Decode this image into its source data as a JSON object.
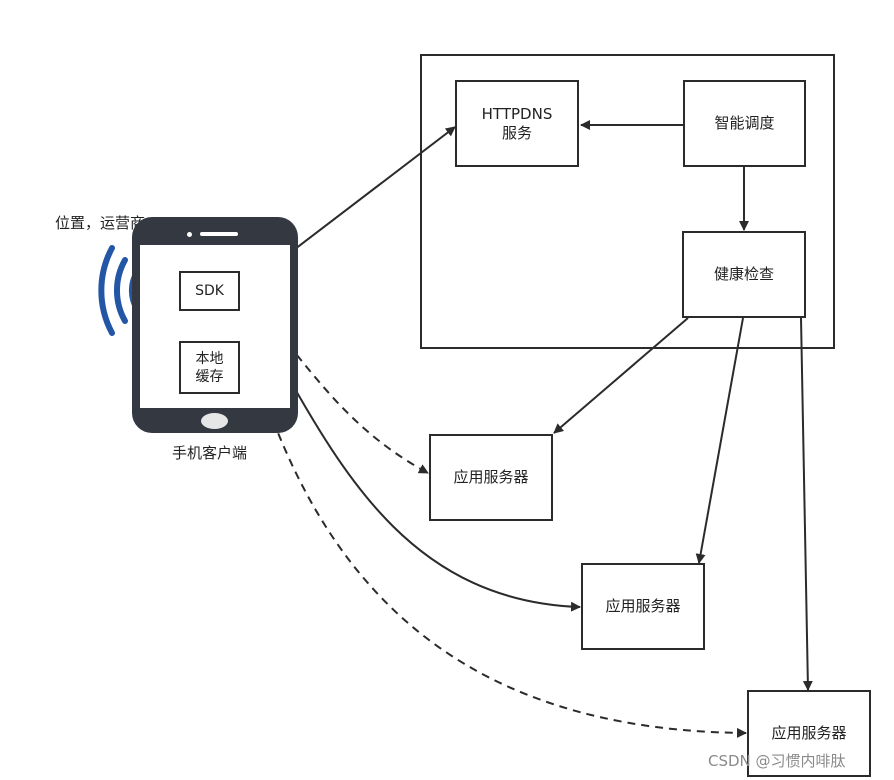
{
  "signal_label": "位置，运营商",
  "phone_label": "手机客户端",
  "sdk_label": "SDK",
  "cache_label": "本地\n缓存",
  "httpdns_label": "HTTPDNS\n服务",
  "scheduler_label": "智能调度",
  "health_label": "健康检查",
  "app_server_1_label": "应用服务器",
  "app_server_2_label": "应用服务器",
  "app_server_3_label": "应用服务器",
  "watermark": "CSDN @习惯内啡肽",
  "colors": {
    "line": "#2b2b2b",
    "signal": "#2456a6",
    "phone": "#343841"
  }
}
